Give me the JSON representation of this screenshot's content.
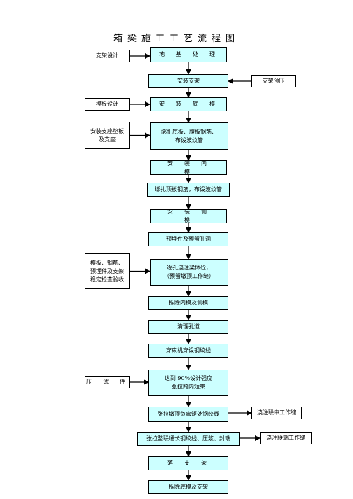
{
  "title": "箱梁施工工艺流程图",
  "main_steps": [
    {
      "id": "m1",
      "text": "地　基　处　理"
    },
    {
      "id": "m2",
      "text": "安装支架"
    },
    {
      "id": "m3",
      "text": "安　装　底　模"
    },
    {
      "id": "m4",
      "text": "绑扎底板、腹板钢筋、\n布设波纹管"
    },
    {
      "id": "m5",
      "text": "安　装　内\n模"
    },
    {
      "id": "m6",
      "text": "绑扎顶板钢筋，布设波纹管"
    },
    {
      "id": "m7",
      "text": "安　装　侧\n模"
    },
    {
      "id": "m8",
      "text": "预埋件及预留孔洞"
    },
    {
      "id": "m9",
      "text": "逐孔浇注梁体砼，\n（预留墩顶工作缝）"
    },
    {
      "id": "m10",
      "text": "拆除内模及侧模"
    },
    {
      "id": "m11",
      "text": "清理孔道"
    },
    {
      "id": "m12",
      "text": "穿束机穿设钢绞线"
    },
    {
      "id": "m13",
      "text": "达到 90%设计强度\n张拉跨内短束"
    },
    {
      "id": "m14",
      "text": "张拉墩顶负弯矩处钢绞线"
    },
    {
      "id": "m15",
      "text": "张拉整联通长钢绞线、压浆、封端"
    },
    {
      "id": "m16",
      "text": "落　支　架"
    },
    {
      "id": "m17",
      "text": "拆除底模及支架"
    }
  ],
  "side_notes": [
    {
      "id": "s1",
      "text": "支架设计"
    },
    {
      "id": "s2",
      "text": "支架预压"
    },
    {
      "id": "s3",
      "text": "模板设计"
    },
    {
      "id": "s4",
      "text": "安装支座垫板\n及支座"
    },
    {
      "id": "s5",
      "text": "模板、钢筋、\n预埋件及支架\n稳定检查验收"
    },
    {
      "id": "s6",
      "text": "压　试　件"
    },
    {
      "id": "s7",
      "text": "浇注联中工作缝"
    },
    {
      "id": "s8",
      "text": "浇注联端工作缝"
    }
  ]
}
